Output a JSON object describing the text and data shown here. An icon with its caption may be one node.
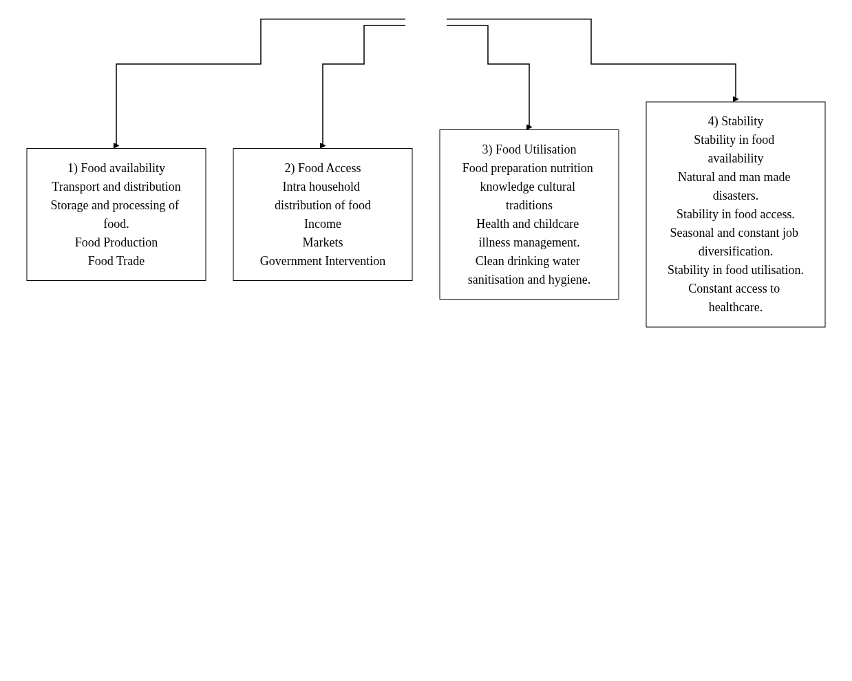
{
  "diagram": {
    "nodes": [
      {
        "text": [
          "1) Food availability",
          "Transport and distribution",
          "Storage and processing of food.",
          "Food Production",
          "Food Trade"
        ]
      },
      {
        "text": [
          "2) Food Access",
          "Intra household distribution of food",
          "Income",
          "Markets",
          "Government Intervention"
        ]
      },
      {
        "text": [
          "3) Food Utilisation",
          "Food preparation nutrition knowledge cultural traditions",
          "Health and childcare illness management.",
          "Clean drinking water sanitisation and hygiene."
        ]
      },
      {
        "text": [
          "4) Stability",
          "Stability in food availability",
          "Natural and man made disasters.",
          "Stability in food access.",
          "Seasonal and constant job diversification.",
          "Stability in food utilisation.",
          "Constant access to healthcare."
        ]
      }
    ],
    "edges": [
      {
        "from": null,
        "to": 0,
        "arrow": "to"
      },
      {
        "from": null,
        "to": 1,
        "arrow": "to"
      },
      {
        "from": null,
        "to": 2,
        "arrow": "to"
      },
      {
        "from": null,
        "to": 3,
        "arrow": "to"
      }
    ]
  }
}
